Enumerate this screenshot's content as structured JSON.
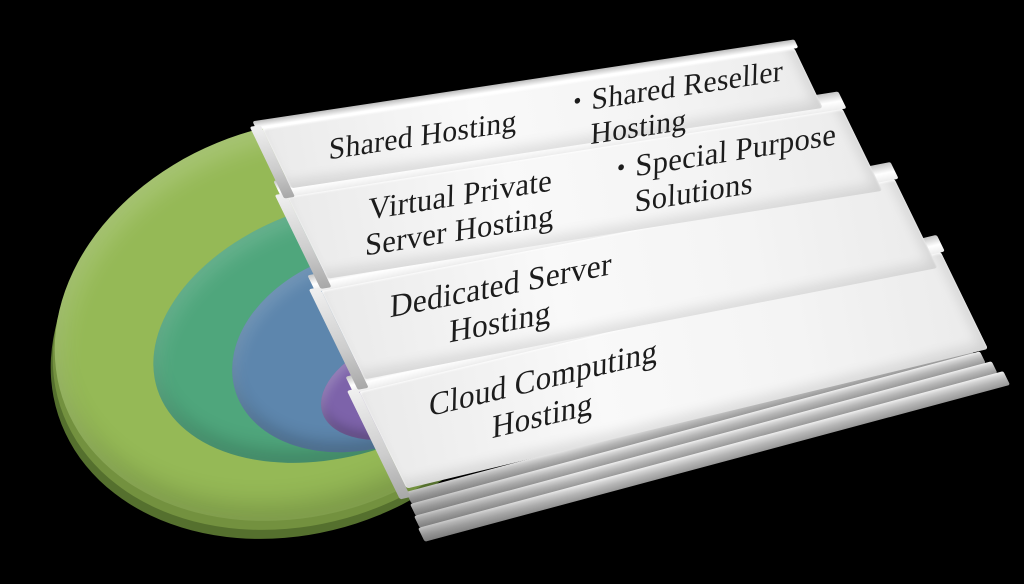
{
  "background_color": "#000000",
  "bullet_marker": "•",
  "cards": [
    {
      "title": "Shared Hosting",
      "title_lines": [
        "Shared Hosting"
      ],
      "bullet": "Shared Reseller Hosting",
      "bullet_lines": [
        "Shared Reseller",
        "Hosting"
      ]
    },
    {
      "title": "Virtual Private Server Hosting",
      "title_lines": [
        "Virtual Private",
        "Server Hosting"
      ],
      "bullet": "Special Purpose Solutions",
      "bullet_lines": [
        "Special Purpose",
        "Solutions"
      ]
    },
    {
      "title": "Dedicated Server Hosting",
      "title_lines": [
        "Dedicated Server",
        "Hosting"
      ],
      "bullet": "",
      "bullet_lines": []
    },
    {
      "title": "Cloud Computing Hosting",
      "title_lines": [
        "Cloud Computing",
        "Hosting"
      ],
      "bullet": "",
      "bullet_lines": []
    }
  ],
  "rings": [
    {
      "name": "outer-ring",
      "color": "#95b956"
    },
    {
      "name": "second-ring",
      "color": "#4fa67c"
    },
    {
      "name": "third-ring",
      "color": "#5d86ad"
    },
    {
      "name": "center-ring",
      "color": "#7d63aa"
    }
  ],
  "card_face_color": "#f2f2f2",
  "text_color": "#1c1c1c"
}
